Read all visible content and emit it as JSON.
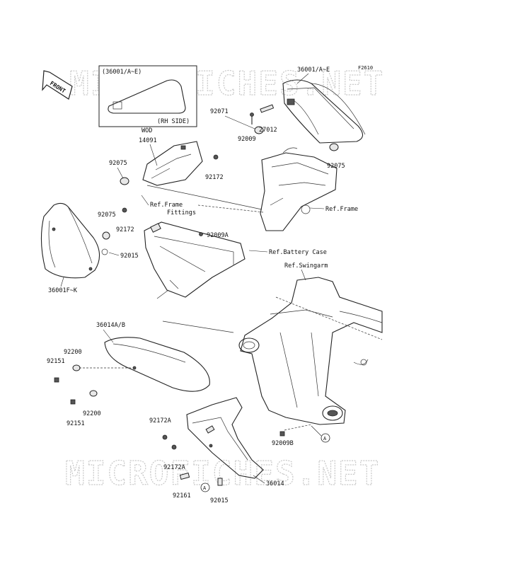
{
  "diagram_code": "F2610",
  "watermark": "MICROFICHES.NET",
  "front_label": "FRONT",
  "inset": {
    "part": "(36001/A~E)",
    "note": "(RH SIDE)"
  },
  "labels": {
    "p36001_top": "36001/A~E",
    "p92071": "92071",
    "p92009": "92009",
    "p27012": "27012",
    "wod": "WOD",
    "p14091": "14091",
    "p92075_left": "92075",
    "p92172_top": "92172",
    "p92075_right": "92075",
    "ref_frame_fittings_1": "Ref.Frame",
    "ref_frame_fittings_2": "Fittings",
    "ref_frame": "Ref.Frame",
    "p92075_mid": "92075",
    "p92172_mid": "92172",
    "p92009a": "92009A",
    "ref_battery_case": "Ref.Battery Case",
    "p92015_top": "92015",
    "p36001fk": "36001F~K",
    "ref_swingarm": "Ref.Swingarm",
    "p36014ab": "36014A/B",
    "p92200_top": "92200",
    "p92151_top": "92151",
    "p92200_bot": "92200",
    "p92151_bot": "92151",
    "p92172a_top": "92172A",
    "p92009b": "92009B",
    "p92172a_bot": "92172A",
    "p36014": "36014",
    "p92161": "92161",
    "p92015_bot": "92015",
    "marker_a": "A"
  }
}
